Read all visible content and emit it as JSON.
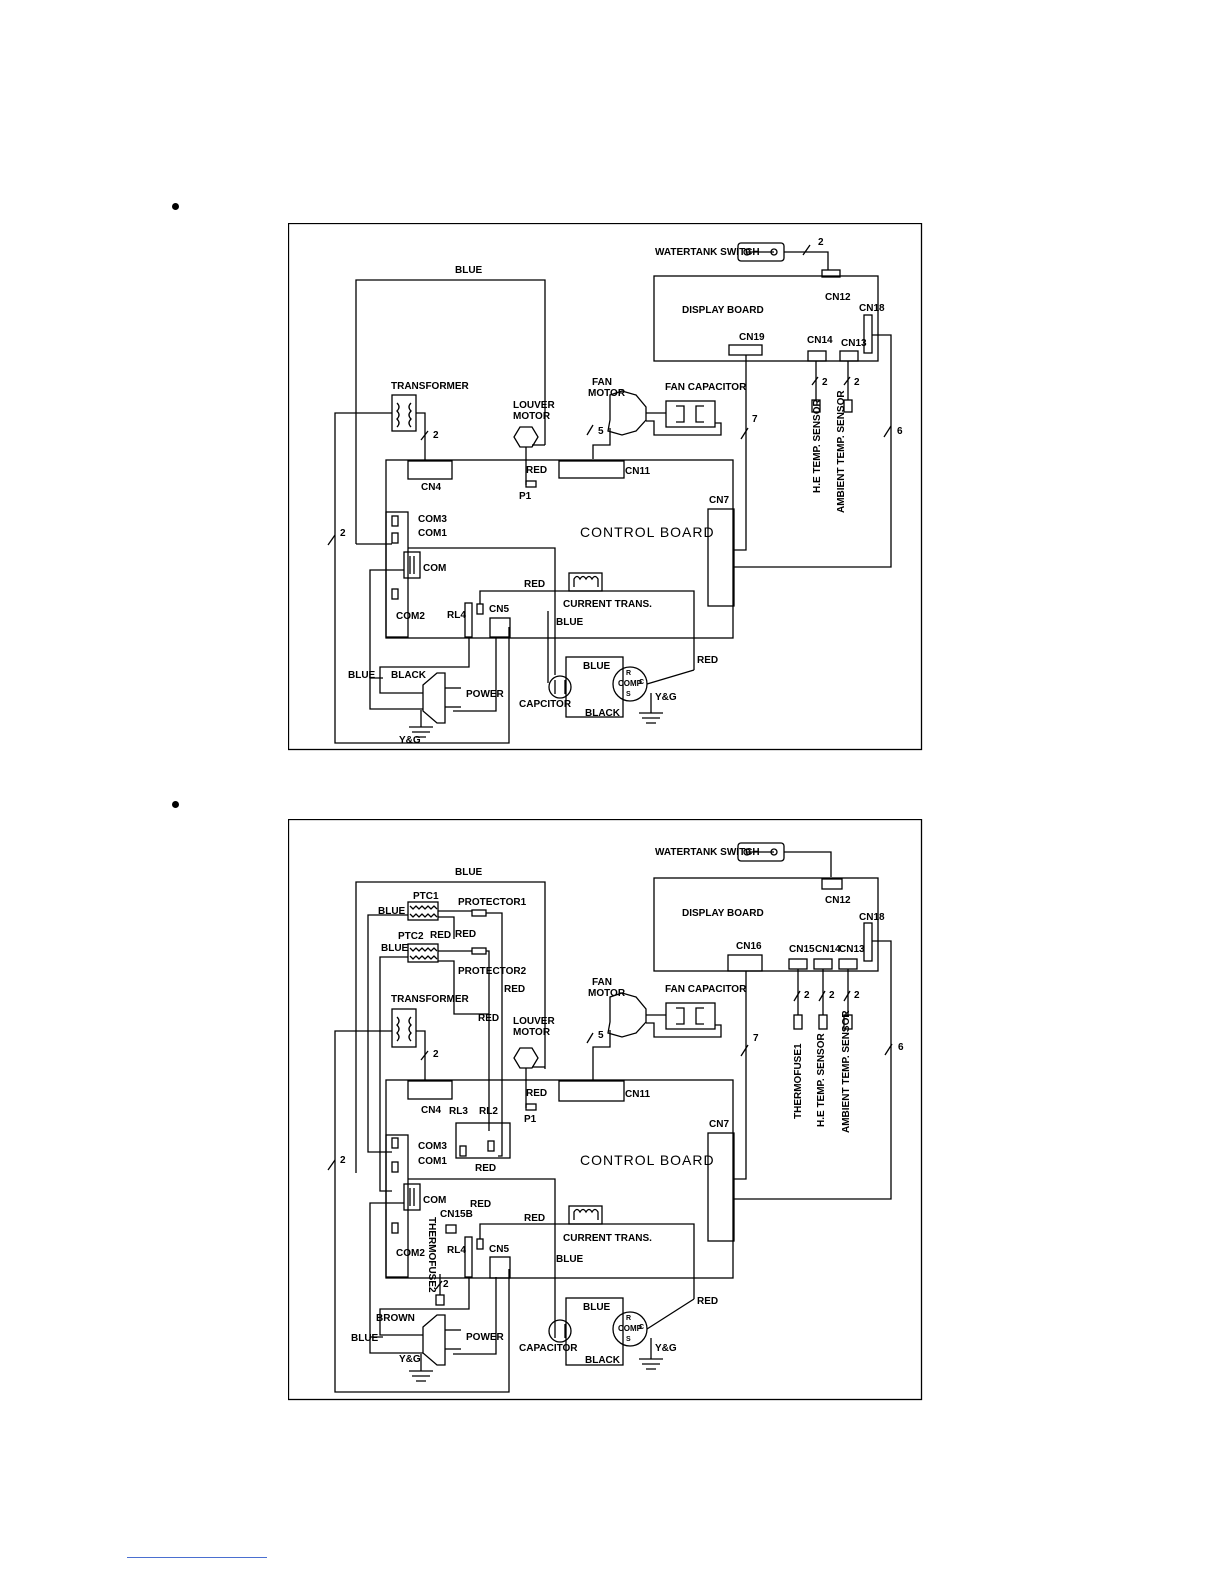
{
  "labels": {
    "blue": "BLUE",
    "red": "RED",
    "black": "BLACK",
    "brown": "BROWN",
    "yg": "Y&G",
    "watertank_switch": "WATERTANK SWITCH",
    "display_board": "DISPLAY BOARD",
    "control_board": "CONTROL BOARD",
    "transformer": "TRANSFORMER",
    "louver_motor_1": "LOUVER",
    "louver_motor_2": "MOTOR",
    "fan_motor_1": "FAN",
    "fan_motor_2": "MOTOR",
    "fan_capacitor": "FAN CAPACITOR",
    "current_trans": "CURRENT TRANS.",
    "power": "POWER",
    "capcitor": "CAPCITOR",
    "capacitor": "CAPACITOR",
    "comp_r": "R",
    "comp_c": "C",
    "comp": "COMP",
    "comp_s": "S",
    "he_temp_sensor": "H.E TEMP. SENSOR",
    "ambient_temp_sensor": "AMBIENT TEMP. SENSOR",
    "thermofuse1": "THERMOFUSE1",
    "thermofuse2": "THERMOFUSE2",
    "ptc1": "PTC1",
    "ptc2": "PTC2",
    "protector1": "PROTECTOR1",
    "protector2": "PROTECTOR2",
    "cn4": "CN4",
    "cn5": "CN5",
    "cn7": "CN7",
    "cn11": "CN11",
    "cn12": "CN12",
    "cn13": "CN13",
    "cn14": "CN14",
    "cn15": "CN15",
    "cn15b": "CN15B",
    "cn16": "CN16",
    "cn18": "CN18",
    "cn19": "CN19",
    "com": "COM",
    "com1": "COM1",
    "com2": "COM2",
    "com3": "COM3",
    "rl2": "RL2",
    "rl3": "RL3",
    "rl4": "RL4",
    "p1": "P1",
    "n2": "2",
    "n5": "5",
    "n6": "6",
    "n7": "7"
  }
}
